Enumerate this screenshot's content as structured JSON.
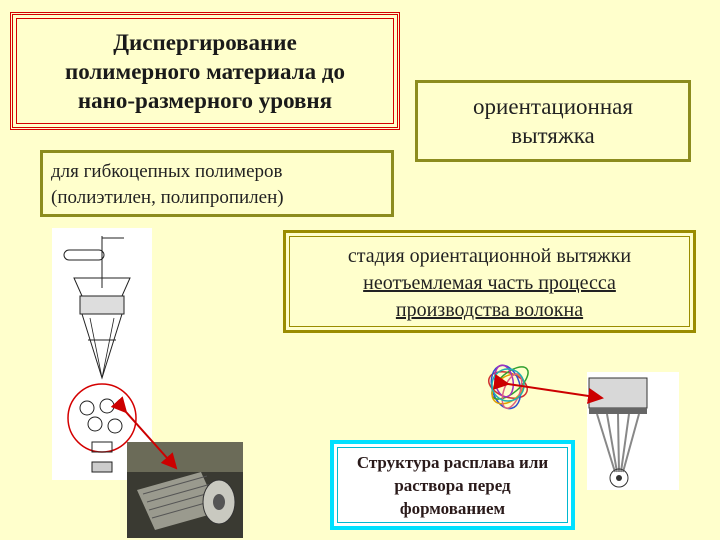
{
  "title_box": {
    "text": "Диспергирование\nполимерного материала до\nнано-размерного уровня"
  },
  "orientation_box": {
    "text": "ориентационная\nвытяжка"
  },
  "flexible_box": {
    "text": "для гибкоцепных полимеров\n(полиэтилен, полипропилен)"
  },
  "stage_box": {
    "line1": "стадия ориентационной вытяжки",
    "line2": "неотъемлемая часть процесса \nпроизводства волокна"
  },
  "melt_box": {
    "text": "Структура расплава или\nраствора перед\nформованием"
  },
  "colors": {
    "background": "#ffffcc",
    "title_border": "#d40000",
    "box_border": "#8c8c1e",
    "melt_border": "#00e0ff",
    "arrow": "#cc0000"
  }
}
